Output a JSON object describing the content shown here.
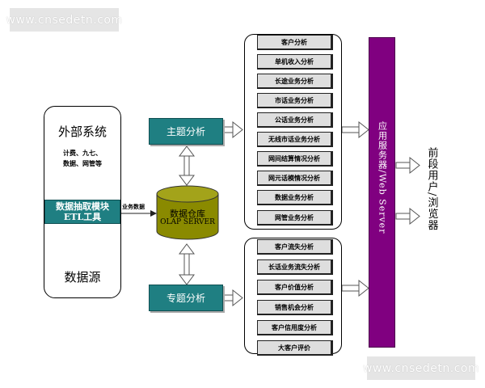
{
  "watermark_top": "www.cnsedetn.com",
  "watermark_bottom": "www.cnsedetn.com",
  "source": {
    "title": "外部系统",
    "systems_line1": "计费、九七、",
    "systems_line2": "数据、网管等",
    "etl_line1": "数据抽取模块",
    "etl_line2": "ETL工具",
    "footer": "数据源"
  },
  "etl_flow_label": "业务数据",
  "warehouse": {
    "line1": "数据仓库",
    "line2": "OLAP SERVER"
  },
  "theme_analysis": "主题分析",
  "special_analysis": "专题分析",
  "theme_items": [
    "客户分析",
    "单机收入分析",
    "长途业务分析",
    "市话业务分析",
    "公话业务分析",
    "无线市话业务分析",
    "网间结算情况分析",
    "网元话模情况分析",
    "数据业务分析",
    "网管业务分析"
  ],
  "special_items": [
    "客户流失分析",
    "长话业务流失分析",
    "客户价值分析",
    "销售机会分析",
    "客户信用度分析",
    "大客户评价"
  ],
  "server": "应用服务器/Web Server",
  "frontend": "前段用户/浏览器",
  "colors": {
    "teal": "#1f7f82",
    "olive": "#8a8a00",
    "purple": "#800080",
    "item_gray": "#dedede"
  }
}
